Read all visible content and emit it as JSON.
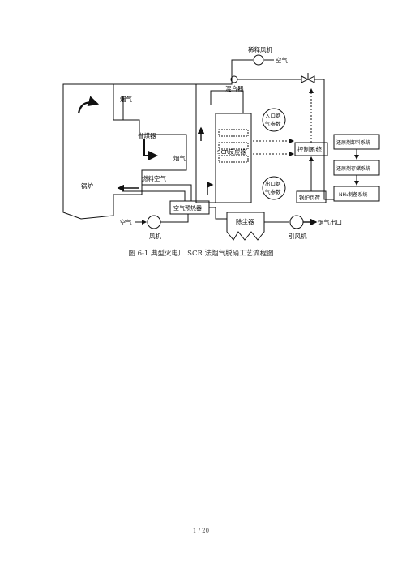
{
  "diagram": {
    "labels": {
      "dilution_fan": "稀释风机",
      "air_top": "空气",
      "mixer": "混合器",
      "flue_gas_top": "烟气",
      "economizer": "省煤器",
      "flue_gas_mid": "烟气",
      "scr_reactor": "SCR反应器",
      "inlet_params_1": "入口烟",
      "inlet_params_2": "气参数",
      "outlet_params_1": "出口烟",
      "outlet_params_2": "气参数",
      "control_system": "控制系统",
      "boiler_load": "锅炉负荷",
      "reductant_unload": "还原剂卸料系统",
      "reductant_storage": "还原剂存储系统",
      "nh3_prep": "NH₃制备系统",
      "fuel_air": "燃料空气",
      "boiler": "锅炉",
      "air_preheater": "空气预热器",
      "air_left": "空气",
      "fan": "风机",
      "dust_collector": "除尘器",
      "id_fan": "引风机",
      "flue_outlet": "烟气出口"
    }
  },
  "caption": "图 6-1 典型火电厂 SCR 法烟气脱硝工艺流程图",
  "pager": "1 / 20"
}
